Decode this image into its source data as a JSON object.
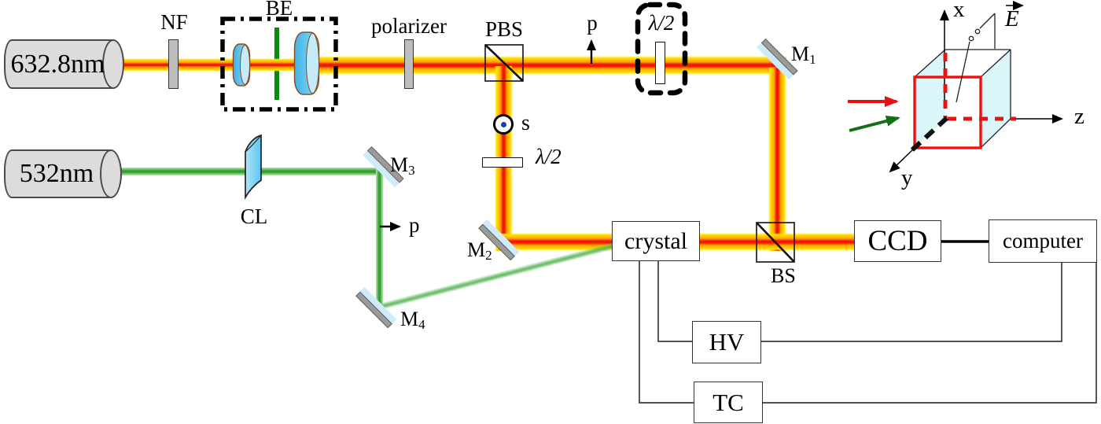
{
  "lasers": {
    "red": {
      "label": "632.8nm"
    },
    "green": {
      "label": "532nm"
    }
  },
  "labels": {
    "nf": "NF",
    "be": "BE",
    "polarizer": "polarizer",
    "pbs": "PBS",
    "p_top": "p",
    "halfwave_top": "λ/2",
    "s": "s",
    "halfwave_mid": "λ/2",
    "m1": {
      "base": "M",
      "sub": "1"
    },
    "m2": {
      "base": "M",
      "sub": "2"
    },
    "m3": {
      "base": "M",
      "sub": "3"
    },
    "m4": {
      "base": "M",
      "sub": "4"
    },
    "cl": "CL",
    "p_green": "p",
    "bs": "BS"
  },
  "boxes": {
    "crystal": "crystal",
    "ccd": "CCD",
    "computer": "computer",
    "hv": "HV",
    "tc": "TC"
  },
  "inset": {
    "axis_x": "x",
    "axis_y": "y",
    "axis_z": "z",
    "e_field": "E"
  },
  "colors": {
    "beam_core_red": "#f31700",
    "beam_edge_yellow": "#ffe500",
    "beam_green": "#2f9e2f",
    "mirror_gray": "#9b9b9b",
    "mirror_blue": "#cfeaf8",
    "lens_blue": "#5cc5ee",
    "cube_outline_red": "#ee1111",
    "cube_face_cyan": "#d9f6f8",
    "arrow_red": "#e81010",
    "arrow_green": "#156f15",
    "laser_body_gray": "#dcdcdc"
  }
}
